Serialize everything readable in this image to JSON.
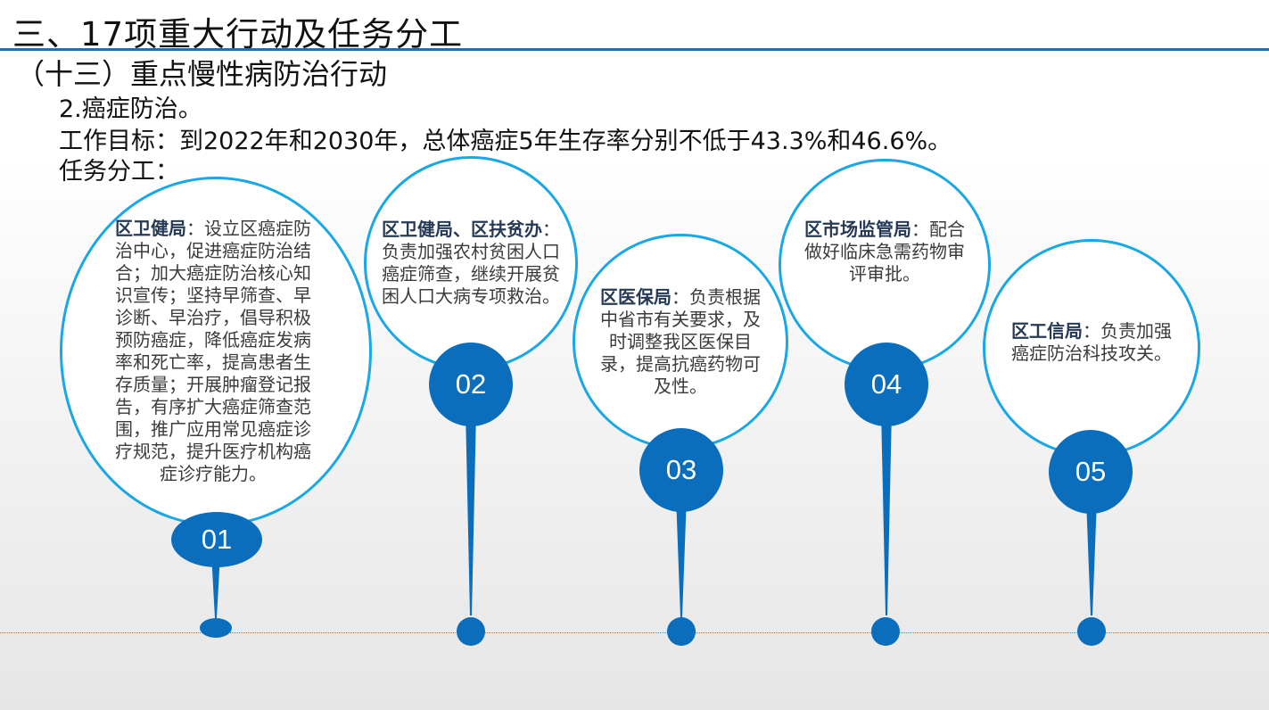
{
  "slide": {
    "title": "三、17项重大行动及任务分工",
    "subtitle": "（十三）重点慢性病防治行动",
    "line1": "2.癌症防治。",
    "line2": "工作目标：到2022年和2030年，总体癌症5年生存率分别不低于43.3%和46.6%。",
    "line3": "任务分工："
  },
  "colors": {
    "accent": "#0a6ebd",
    "bubble_border": "#1aa7e6",
    "rule": "#1f6fb3"
  },
  "tasks": [
    {
      "number": "01",
      "agency": "区卫健局",
      "text": "：设立区癌症防治中心，促进癌症防治结合；加大癌症防治核心知识宣传；坚持早筛查、早诊断、早治疗，倡导积极预防癌症，降低癌症发病率和死亡率，提高患者生存质量；开展肿瘤登记报告，有序扩大癌症筛查范围，推广应用常见癌症诊疗规范，提升医疗机构癌症诊疗能力。"
    },
    {
      "number": "02",
      "agency": "区卫健局、区扶贫办",
      "text": "：负责加强农村贫困人口癌症筛查，继续开展贫困人口大病专项救治。"
    },
    {
      "number": "03",
      "agency": "区医保局",
      "text": "：负责根据中省市有关要求，及时调整我区医保目录，提高抗癌药物可及性。"
    },
    {
      "number": "04",
      "agency": "区市场监管局",
      "text": "：配合做好临床急需药物审评审批。"
    },
    {
      "number": "05",
      "agency": "区工信局",
      "text": "：负责加强癌症防治科技攻关。"
    }
  ]
}
